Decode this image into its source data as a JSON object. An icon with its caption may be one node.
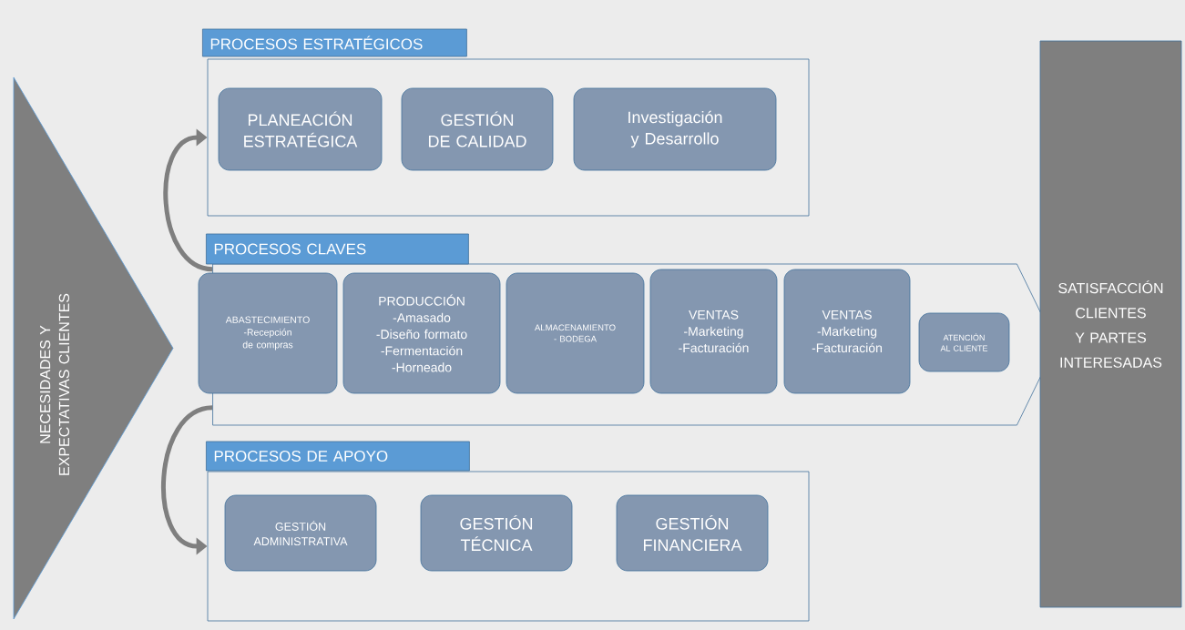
{
  "diagram": {
    "nodes": [
      {
        "text": [
          "NECESIDADES Y EXPECTATIVAS CLIENTES"
        ]
      },
      {
        "text": [
          "PROCESOS ESTRATÉGICOS"
        ]
      },
      {
        "text": [
          "PLANEACIÓN ESTRATÉGICA"
        ],
        "in": 1
      },
      {
        "text": [
          "GESTIÓN DE CALIDAD"
        ],
        "in": 1
      },
      {
        "text": [
          "Investigación y Desarrollo"
        ],
        "in": 1
      },
      {
        "text": [
          "PROCESOS CLAVES"
        ]
      },
      {
        "text": [
          "ABASTECIMIENTO",
          "-Recepción de compras"
        ],
        "in": 5
      },
      {
        "text": [
          "PRODUCCIÓN",
          "-Amasado",
          "-Diseño formato",
          "-Fermentación",
          "-Horneado"
        ],
        "in": 5
      },
      {
        "text": [
          "ALMACENAMIENTO",
          "- BODEGA"
        ],
        "in": 5
      },
      {
        "text": [
          "VENTAS",
          "-Marketing",
          "-Facturación"
        ],
        "in": 5
      },
      {
        "text": [
          "VENTAS",
          "-Marketing",
          "-Facturación"
        ],
        "in": 5
      },
      {
        "text": [
          "ATENCIÓN AL CLIENTE"
        ],
        "in": 5
      },
      {
        "text": [
          "PROCESOS DE APOYO"
        ]
      },
      {
        "text": [
          "GESTIÓN ADMINISTRATIVA"
        ],
        "in": 12
      },
      {
        "text": [
          "GESTIÓN TÉCNICA"
        ],
        "in": 12
      },
      {
        "text": [
          "GESTIÓN FINANCIERA"
        ],
        "in": 12
      },
      {
        "text": [
          "SATISFACCIÓN CLIENTES Y PARTES INTERESADAS"
        ]
      }
    ],
    "edges": [
      {
        "from": 5,
        "to": 1,
        "arrow": "to"
      },
      {
        "from": 5,
        "to": 12,
        "arrow": "to"
      }
    ]
  }
}
